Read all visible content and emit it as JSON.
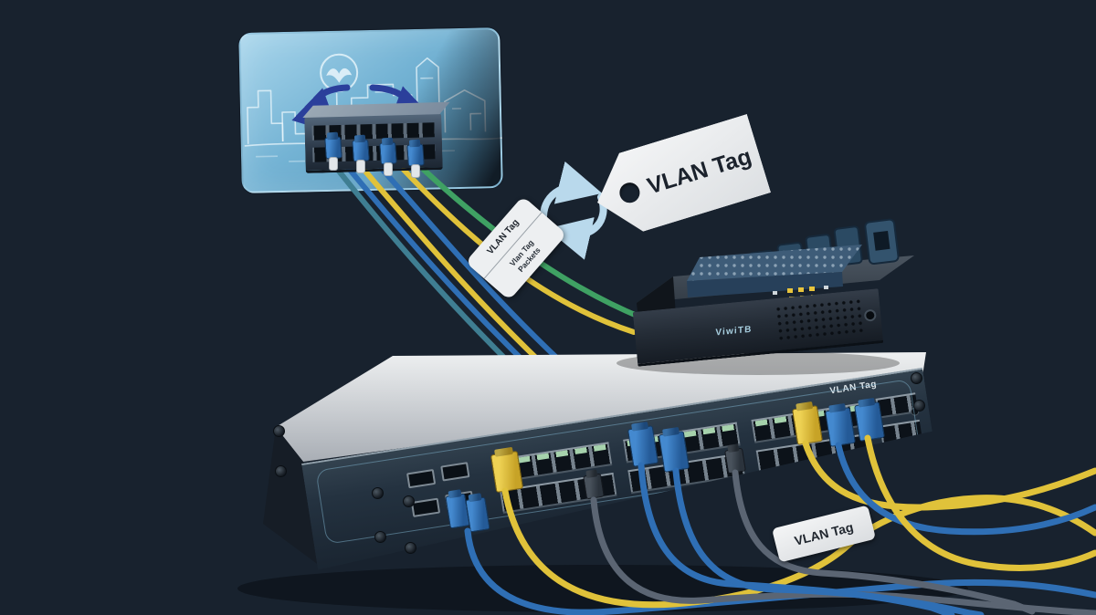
{
  "labels": {
    "main_tag": "VLAN Tag",
    "packet_label_title": "VLAN Tag",
    "packet_label_line1": "Vlan Tag",
    "packet_label_line2": "Packets",
    "switch_panel_label": "VLAN Tag",
    "cable_tag": "VLAN Tag",
    "converter_brand": "ViwiTB"
  },
  "colors": {
    "background": "#18222e",
    "panel_blue": "#74b3d4",
    "tag_white": "#eef0f2",
    "arrow_indigo": "#2b3f9b",
    "sync_arrow_blue": "#b9d9ec",
    "cable_blue": "#2f6fb5",
    "cable_yellow": "#e0c23a",
    "cable_green": "#3fa163",
    "cable_teal": "#3f7e92",
    "cable_gray": "#5b6573",
    "switch_body": "#243240",
    "switch_top": "#c9cdd2",
    "port_tab_green": "#a6d2ac",
    "module_blue": "#3e5c78"
  }
}
